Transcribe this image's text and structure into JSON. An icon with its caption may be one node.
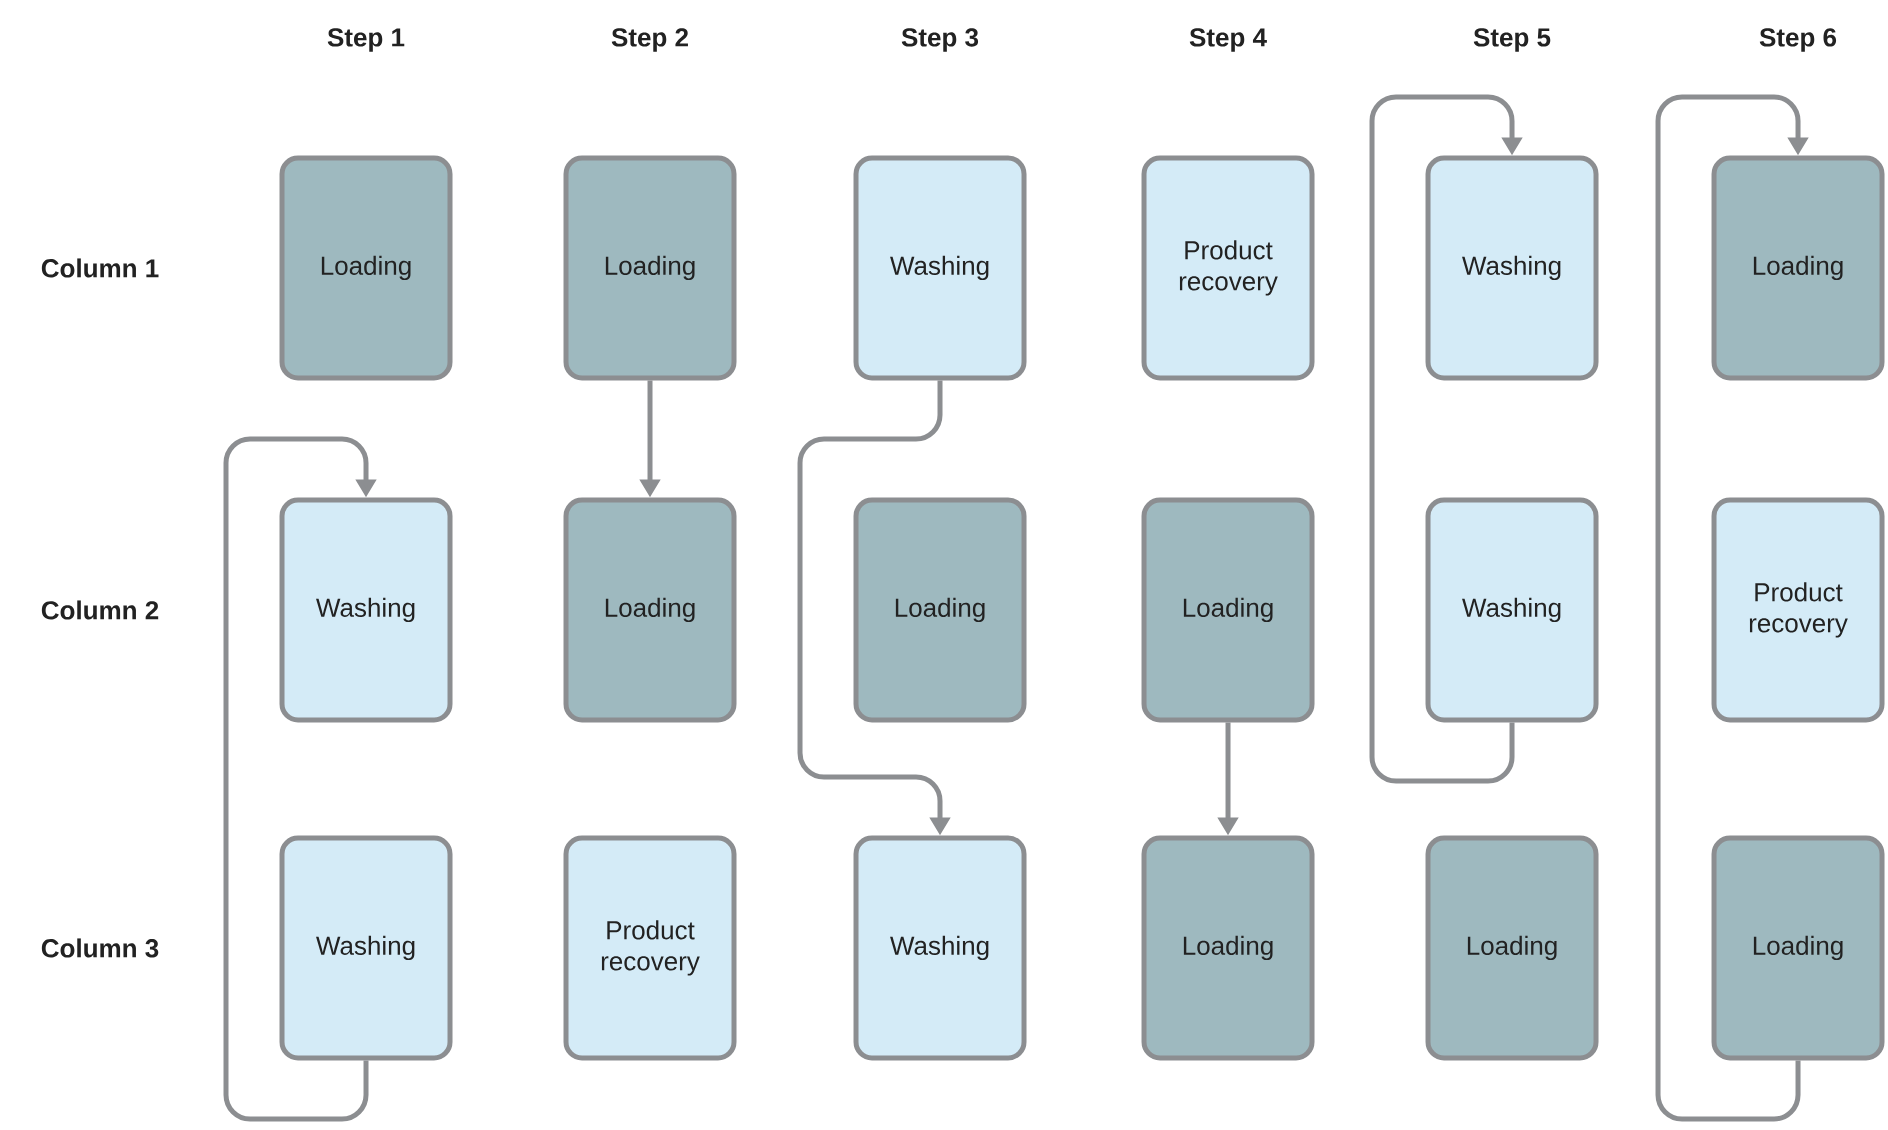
{
  "diagram": {
    "nodes": [
      {
        "text": [
          "Loading"
        ]
      },
      {
        "text": [
          "Loading"
        ]
      },
      {
        "text": [
          "Washing"
        ]
      },
      {
        "text": [
          "Product recovery"
        ]
      },
      {
        "text": [
          "Washing"
        ]
      },
      {
        "text": [
          "Loading"
        ]
      },
      {
        "text": [
          "Washing"
        ]
      },
      {
        "text": [
          "Loading"
        ]
      },
      {
        "text": [
          "Loading"
        ]
      },
      {
        "text": [
          "Loading"
        ]
      },
      {
        "text": [
          "Washing"
        ]
      },
      {
        "text": [
          "Product recovery"
        ]
      },
      {
        "text": [
          "Washing"
        ]
      },
      {
        "text": [
          "Product recovery"
        ]
      },
      {
        "text": [
          "Washing"
        ]
      },
      {
        "text": [
          "Loading"
        ]
      },
      {
        "text": [
          "Loading"
        ]
      },
      {
        "text": [
          "Loading"
        ]
      }
    ],
    "edges": [
      {
        "from": 12,
        "to": 6,
        "arrow": "to"
      },
      {
        "from": 1,
        "to": 7,
        "arrow": "to"
      },
      {
        "from": 2,
        "to": 14,
        "arrow": "to"
      },
      {
        "from": 9,
        "to": 15,
        "arrow": "to"
      },
      {
        "from": 10,
        "to": 4,
        "arrow": "to"
      },
      {
        "from": 17,
        "to": 5,
        "arrow": "to"
      }
    ],
    "labels": [
      "Step 1",
      "Step 2",
      "Step 3",
      "Step 4",
      "Step 5",
      "Step 6",
      "Column 1",
      "Column 2",
      "Column 3"
    ]
  }
}
